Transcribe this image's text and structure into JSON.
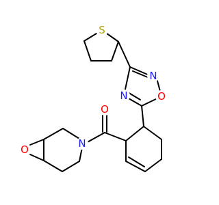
{
  "molecule": {
    "atoms": {
      "S": {
        "symbol": "S",
        "color": "#b5a600"
      },
      "N_upper": {
        "symbol": "N",
        "color": "#1a1aff"
      },
      "O_ring": {
        "symbol": "O",
        "color": "#ff0000"
      },
      "N_lower": {
        "symbol": "N",
        "color": "#1a1aff"
      },
      "O_carbonyl": {
        "symbol": "O",
        "color": "#ff0000"
      },
      "N_morpholine": {
        "symbol": "N",
        "color": "#1a1aff"
      },
      "O_morpholine": {
        "symbol": "O",
        "color": "#ff0000"
      }
    },
    "bond_color": "#000000"
  }
}
